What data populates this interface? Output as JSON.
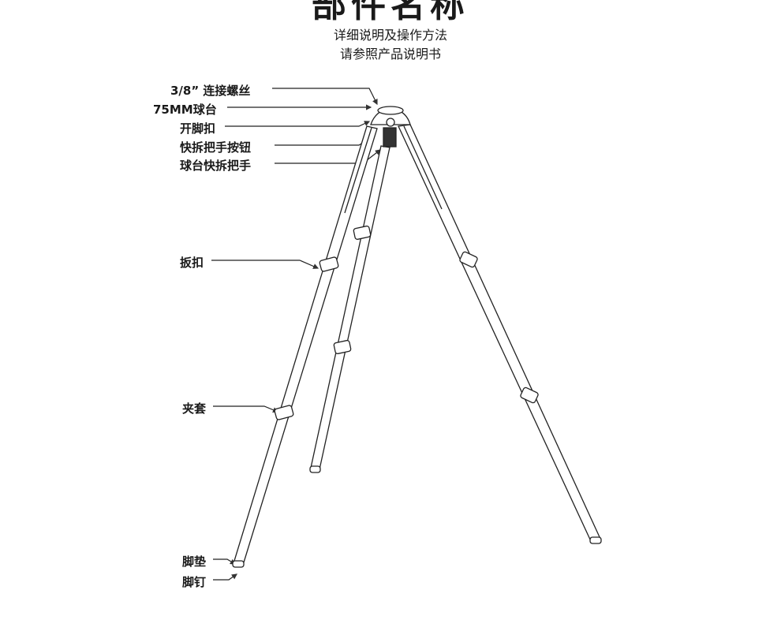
{
  "title": "部件名称",
  "subtitle_lines": [
    "详细说明及操作方法",
    "请参照产品说明书"
  ],
  "labels": {
    "screw": "3/8” 连接螺丝",
    "ball_head": "75MM球台",
    "leg_lock": "开脚扣",
    "release_button": "快拆把手按钮",
    "release_handle": "球台快拆把手",
    "flip_lock": "扳扣",
    "collar": "夹套",
    "foot_pad": "脚垫",
    "foot_spike": "脚钉"
  }
}
